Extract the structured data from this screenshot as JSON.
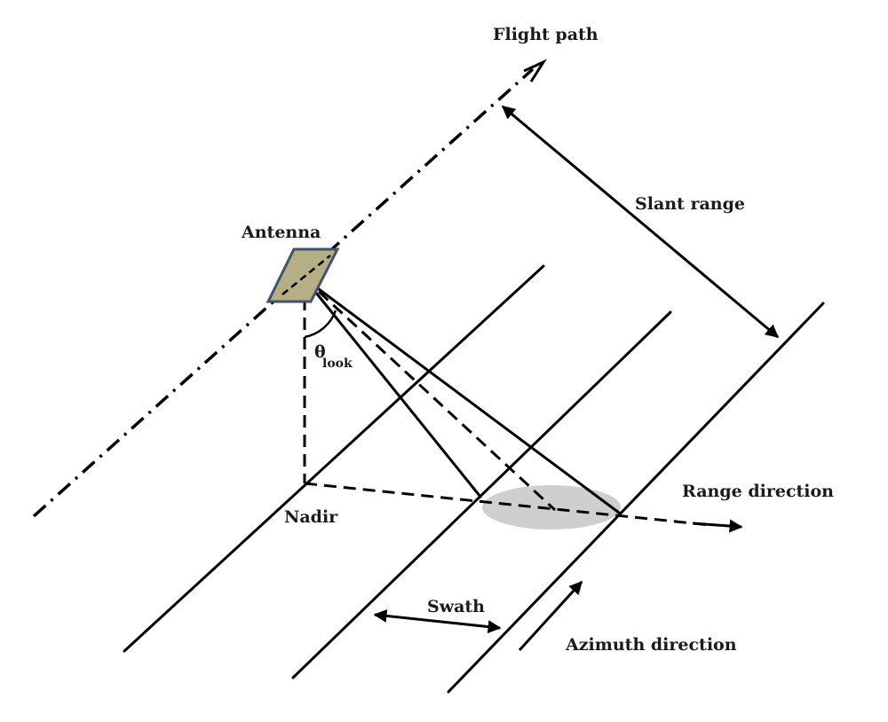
{
  "labels": {
    "flight_path": "Flight path",
    "slant_range": "Slant range",
    "antenna": "Antenna",
    "theta_symbol": "θ",
    "theta_subscript": "look",
    "nadir": "Nadir",
    "range_direction": "Range direction",
    "swath": "Swath",
    "azimuth_direction": "Azimuth direction"
  },
  "colors": {
    "antenna_fill": "#b6ae84",
    "antenna_border": "#3f5370",
    "footprint_fill": "#cfcfcf",
    "line": "#000000"
  }
}
